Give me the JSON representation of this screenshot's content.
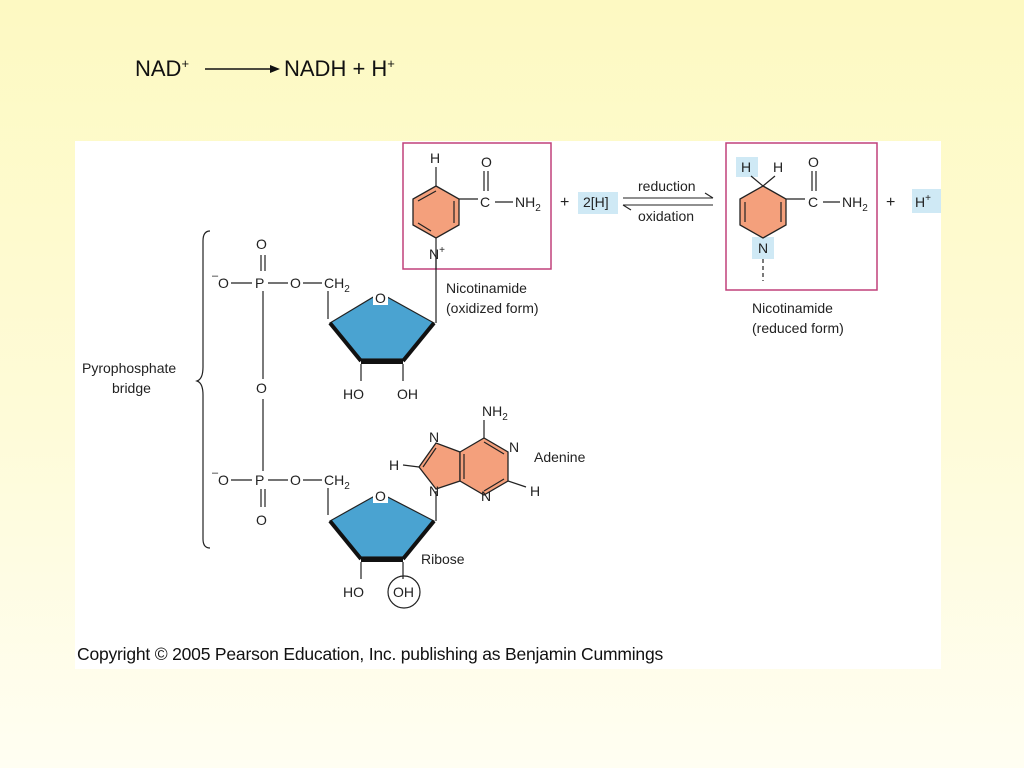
{
  "header": {
    "nad": "NAD",
    "nad_charge": "+",
    "nadh": "NADH + H",
    "nadh_charge": "+"
  },
  "figure": {
    "oxidized": {
      "h": "H",
      "o": "O",
      "c": "C",
      "nh2": "NH",
      "nh2_sub": "2",
      "n": "N",
      "n_charge": "+",
      "name": "Nicotinamide",
      "form": "(oxidized form)"
    },
    "plus1": "+",
    "two_h": "2[H]",
    "reduction": "reduction",
    "oxidation": "oxidation",
    "reduced": {
      "h1": "H",
      "h2": "H",
      "o": "O",
      "c": "C",
      "nh2": "NH",
      "nh2_sub": "2",
      "n": "N",
      "name": "Nicotinamide",
      "form": "(reduced form)"
    },
    "plus2": "+",
    "h_plus": "H",
    "h_plus_charge": "+",
    "pyro_line1": "Pyrophosphate",
    "pyro_line2": "bridge",
    "top_phosphate": {
      "o_minus": "O",
      "minus": "–",
      "p": "P",
      "o_top": "O",
      "o_right": "O",
      "ch2": "CH",
      "ch2_sub": "2",
      "bridge_o": "O"
    },
    "top_ribose": {
      "o": "O",
      "ho": "HO",
      "oh": "OH"
    },
    "bottom_phosphate": {
      "o_minus": "O",
      "minus": "–",
      "p": "P",
      "o_bottom": "O",
      "o_right": "O",
      "ch2": "CH",
      "ch2_sub": "2"
    },
    "bottom_ribose": {
      "o": "O",
      "ho": "HO",
      "oh": "OH",
      "label": "Ribose"
    },
    "adenine": {
      "nh2": "NH",
      "nh2_sub": "2",
      "n1": "N",
      "n2": "N",
      "n3": "N",
      "n4": "N",
      "h1": "H",
      "h2": "H",
      "label": "Adenine"
    },
    "copyright": "Copyright © 2005 Pearson Education, Inc. publishing as Benjamin Cummings"
  },
  "colors": {
    "ring_fill": "#f4a07c",
    "ribose_fill": "#4aa3d1",
    "box_border": "#c0407a",
    "highlight": "#cfe9f5"
  }
}
